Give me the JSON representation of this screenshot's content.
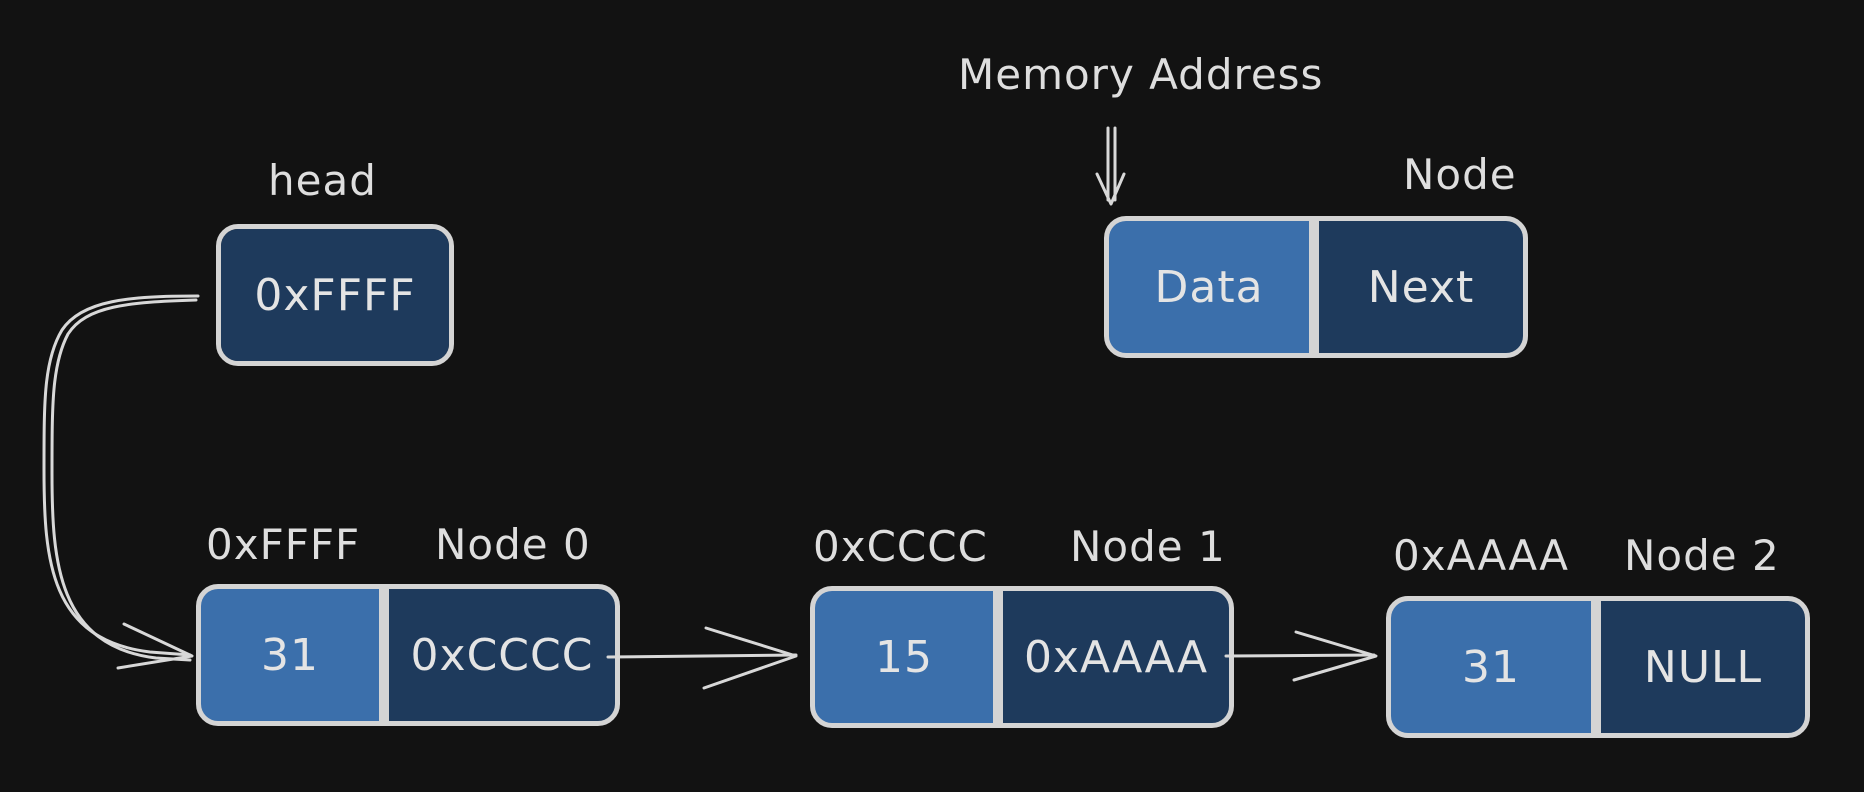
{
  "legend": {
    "memory_address_label": "Memory Address",
    "node_label": "Node",
    "data_label": "Data",
    "next_label": "Next"
  },
  "head": {
    "label": "head",
    "value": "0xFFFF"
  },
  "nodes": [
    {
      "address": "0xFFFF",
      "name": "Node 0",
      "data": "31",
      "next": "0xCCCC"
    },
    {
      "address": "0xCCCC",
      "name": "Node 1",
      "data": "15",
      "next": "0xAAAA"
    },
    {
      "address": "0xAAAA",
      "name": "Node 2",
      "data": "31",
      "next": "NULL"
    }
  ],
  "colors": {
    "background": "#121212",
    "data_cell": "#3b6fab",
    "next_cell": "#1e3a5c",
    "outline": "#d4d4d4"
  }
}
